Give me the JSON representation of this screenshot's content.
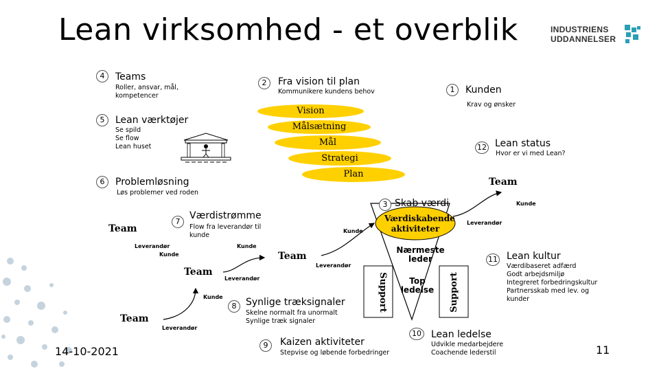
{
  "title": "Lean virksomhed - et overblik",
  "logo": {
    "line1": "INDUSTRIENS",
    "line2": "UDDANNELSER"
  },
  "date": "14-10-2021",
  "page_number": "11",
  "sections": {
    "s1": {
      "num": "1",
      "title": "Kunden",
      "sub": "Krav og ønsker"
    },
    "s2": {
      "num": "2",
      "title": "Fra vision til plan",
      "sub": "Kommunikere kundens behov"
    },
    "s3": {
      "num": "3",
      "title": "Skab værdi"
    },
    "s4": {
      "num": "4",
      "title": "Teams",
      "sub1": "Roller, ansvar, mål,",
      "sub2": "kompetencer"
    },
    "s5": {
      "num": "5",
      "title": "Lean værktøjer",
      "sub1": "Se spild",
      "sub2": "Se flow",
      "sub3": "Lean huset"
    },
    "s6": {
      "num": "6",
      "title": "Problemløsning",
      "sub": "Løs problemer ved roden"
    },
    "s7": {
      "num": "7",
      "title": "Værdistrømme",
      "sub1": "Flow fra leverandør til",
      "sub2": "kunde"
    },
    "s8": {
      "num": "8",
      "title": "Synlige træksignaler",
      "sub1": "Skelne normalt fra unormalt",
      "sub2": "Synlige træk signaler"
    },
    "s9": {
      "num": "9",
      "title": "Kaizen aktiviteter",
      "sub": "Stepvise og løbende forbedringer"
    },
    "s10": {
      "num": "10",
      "title": "Lean ledelse",
      "sub1": "Udvikle medarbejdere",
      "sub2": "Coachende lederstil"
    },
    "s11": {
      "num": "11",
      "title": "Lean kultur",
      "sub1": "Værdibaseret adfærd",
      "sub2": "Godt arbejdsmiljø",
      "sub3": "Integreret forbedringskultur",
      "sub4": "Partnersskab med lev. og",
      "sub5": "kunder"
    },
    "s12": {
      "num": "12",
      "title": "Lean status",
      "sub": "Hvor er vi med Lean?"
    }
  },
  "pyramid": {
    "vision": "Vision",
    "maalsaetning": "Målsætning",
    "maal": "Mål",
    "strategi": "Strategi",
    "plan": "Plan"
  },
  "center": {
    "vaerdiskabende1": "Værdiskabende",
    "vaerdiskabende2": "aktiviteter",
    "naermeste1": "Nærmeste",
    "naermeste2": "leder",
    "top1": "Top",
    "top2": "ledelse",
    "support": "Support"
  },
  "team_label": "Team",
  "labels": {
    "kunde": "Kunde",
    "leverandoer": "Leverandør"
  }
}
